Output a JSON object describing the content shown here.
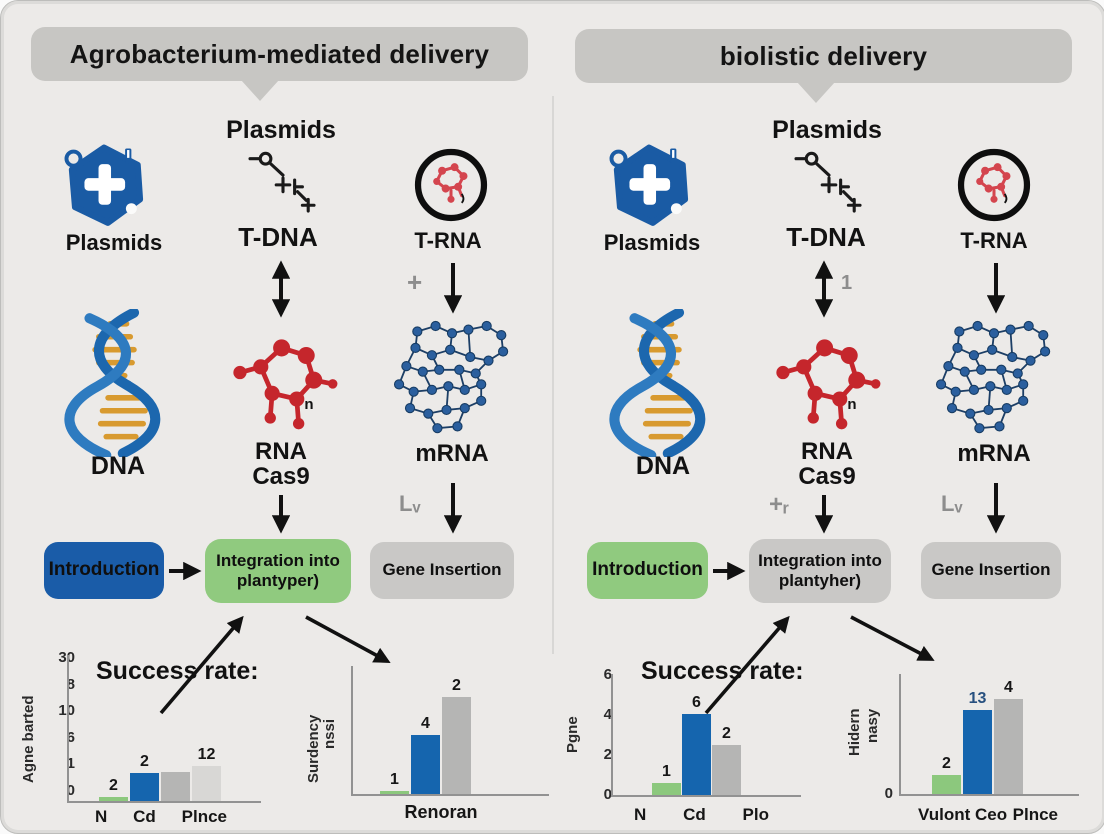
{
  "panels": {
    "left": {
      "header": "Agrobacterium-mediated delivery",
      "plasmid_icon_label": "Plasmids",
      "plasmids_title": "Plasmids",
      "tdna_label": "T-DNA",
      "tdna_arrow_mark": "",
      "trna_label": "T-RNA",
      "trna_arrow_mark": "+",
      "dna_label": "DNA",
      "rna_label": "RNA",
      "cas9_label": "Cas9",
      "cas9_arrow_mark": "",
      "molecule_subscript": "n",
      "mrna_label": "mRNA",
      "mrna_arrow_mark": "Lᵥ",
      "intro_box_label": "Introduction",
      "integration_box_line1": "Integration into",
      "integration_box_line2": "plantyper)",
      "gene_box_label": "Gene Insertion"
    },
    "right": {
      "header": "biolistic delivery",
      "plasmid_icon_label": "Plasmids",
      "plasmids_title": "Plasmids",
      "tdna_label": "T-DNA",
      "tdna_arrow_mark": "1",
      "trna_label": "T-RNA",
      "trna_arrow_mark": "",
      "dna_label": "DNA",
      "rna_label": "RNA",
      "cas9_label": "Cas9",
      "cas9_arrow_mark": "+ᵣ",
      "molecule_subscript": "n",
      "mrna_label": "mRNA",
      "mrna_arrow_mark": "Lᵥ",
      "intro_box_label": "Introduction",
      "integration_box_line1": "Integration into",
      "integration_box_line2": "plantyher)",
      "gene_box_label": "Gene Insertion"
    }
  },
  "colors": {
    "background": "#eceae8",
    "header_bg": "#c7c6c3",
    "intro_blue": "#1a5ca8",
    "box_green": "#90ca7f",
    "box_gray": "#c9c8c6",
    "accent_red": "#c5262c",
    "accent_blue": "#1a5ba4",
    "bar": {
      "green": "#8cc87d",
      "blue": "#1565ae",
      "gray": "#b5b5b4",
      "lightgray": "#d8d7d5"
    }
  },
  "chart_data": [
    {
      "type": "bar",
      "panel": "left",
      "title": "Success rate:",
      "ylabel": "Agne barted",
      "ytick_labels": [
        "30",
        "8",
        "10",
        "6",
        "1",
        "0"
      ],
      "categories": [
        "N",
        "Cd",
        "Plnce"
      ],
      "bars": [
        {
          "label": "2",
          "color": "green",
          "height_frac": 0.03
        },
        {
          "label": "2",
          "color": "blue",
          "height_frac": 0.19
        },
        {
          "label": "",
          "color": "gray",
          "height_frac": 0.2
        },
        {
          "label": "12",
          "color": "lightgray",
          "height_frac": 0.24
        }
      ]
    },
    {
      "type": "bar",
      "panel": "left",
      "ylabel": "Surdency",
      "ylabel_line2": "nssi",
      "xlabel": "Renoran",
      "bars": [
        {
          "label": "1",
          "color": "green",
          "height_frac": 0.02
        },
        {
          "label": "4",
          "color": "blue",
          "height_frac": 0.46
        },
        {
          "label": "2",
          "color": "gray",
          "height_frac": 0.76
        }
      ]
    },
    {
      "type": "bar",
      "panel": "right",
      "title": "Success rate:",
      "ylabel": "Pgne",
      "ytick_labels": [
        "6",
        "4",
        "2",
        "0"
      ],
      "categories": [
        "N",
        "Cd",
        "Plo"
      ],
      "bars": [
        {
          "label": "1",
          "color": "green",
          "height_frac": 0.1
        },
        {
          "label": "6",
          "color": "blue",
          "height_frac": 0.67
        },
        {
          "label": "2",
          "color": "gray",
          "height_frac": 0.41
        }
      ]
    },
    {
      "type": "bar",
      "panel": "right",
      "ylabel": "Hidern",
      "ylabel_line2": "nasy",
      "ytick_labels": [
        "0"
      ],
      "categories": [
        "Vulont Ceo",
        "Plnce"
      ],
      "bars": [
        {
          "label": "2",
          "color": "green",
          "height_frac": 0.16
        },
        {
          "label": "13",
          "color": "blue",
          "height_frac": 0.7,
          "label_color": "#27507f"
        },
        {
          "label": "4",
          "color": "gray",
          "height_frac": 0.79
        }
      ]
    }
  ]
}
